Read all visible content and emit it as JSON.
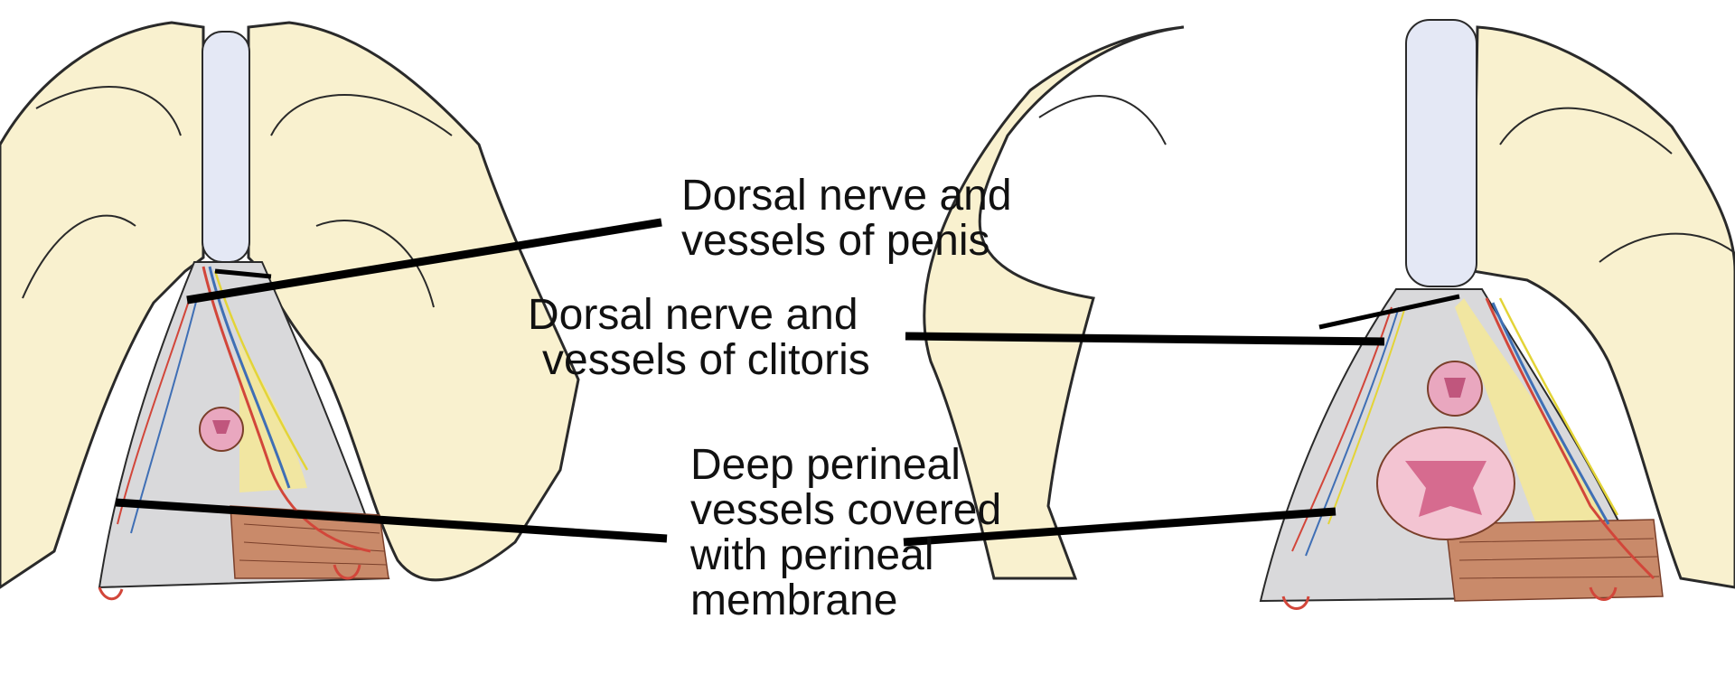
{
  "labels": {
    "dorsal_penis": [
      "Dorsal nerve and",
      "vessels of penis"
    ],
    "dorsal_clitoris": [
      "Dorsal nerve and",
      "vessels of clitoris"
    ],
    "deep_perineal": [
      "Deep perineal",
      "vessels covered",
      "with perineal",
      "membrane"
    ]
  },
  "colors": {
    "background": "#ffffff",
    "bone": "#f9f1cf",
    "outline": "#2a2a2a",
    "membrane": "#d9d9db",
    "muscle": "#c98a6a",
    "artery": "#d2463a",
    "vein": "#3f6fb5",
    "nerve": "#e3d437",
    "mucosa": "#e9a7bf",
    "fat": "#f3e79a",
    "ligament": "#e4e8f5",
    "leader": "#000000"
  },
  "panels": [
    "male-perineum",
    "female-perineum"
  ]
}
